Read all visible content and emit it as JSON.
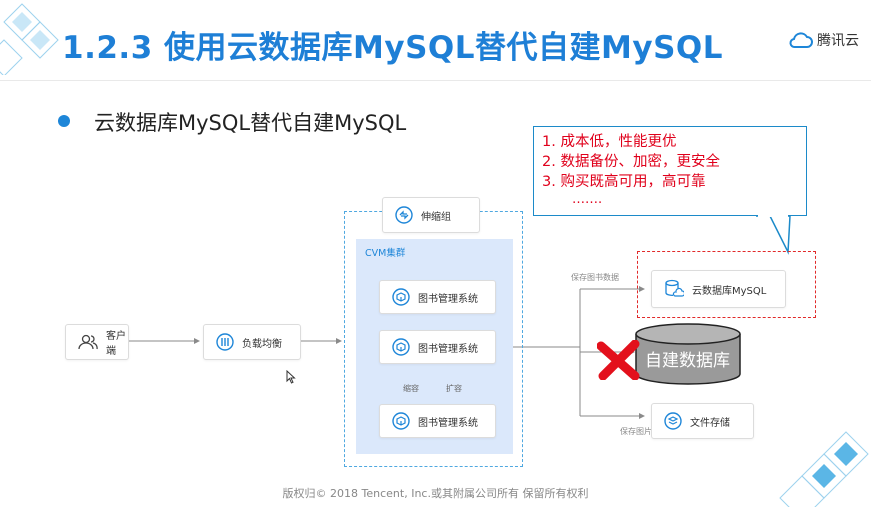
{
  "slide": {
    "title": "1.2.3 使用云数据库MySQL替代自建MySQL",
    "brand": "腾讯云",
    "bullet": "云数据库MySQL替代自建MySQL",
    "footer": "版权归© 2018 Tencent, Inc.或其附属公司所有 保留所有权利"
  },
  "callout": {
    "items": [
      "1.  成本低，性能更优",
      "2.  数据备份、加密，更安全",
      "3.  购买既高可用，高可靠"
    ],
    "ellipsis": "……."
  },
  "diagram": {
    "client": "客户端",
    "load_balancer": "负载均衡",
    "scaling_group": "伸缩组",
    "cluster_label": "CVM集群",
    "app_nodes": [
      "图书管理系统",
      "图书管理系统",
      "图书管理系统"
    ],
    "shrink_label": "缩容",
    "expand_label": "扩容",
    "save_data_label": "保存图书数据",
    "cloud_db": "云数据库MySQL",
    "self_built_db": "自建数据库",
    "save_image_label": "保存图片",
    "file_storage": "文件存储"
  },
  "colors": {
    "title": "#1e7fd6",
    "accent_blue": "#1e86d8",
    "callout_red": "#e0001b",
    "callout_border": "#1c8ac9",
    "dashed_red": "#e12a2a",
    "cluster_bg": "#dbe8fb",
    "db_cylinder": "#9a9a9a"
  },
  "icons": {
    "brand": "cloud-logo-icon",
    "client": "users-icon",
    "load_balancer": "load-balancer-icon",
    "scaling_group": "scaling-group-icon",
    "app_node": "cube-icon",
    "cloud_db": "database-cloud-icon",
    "file_storage": "layers-icon",
    "reject": "red-x-icon"
  }
}
